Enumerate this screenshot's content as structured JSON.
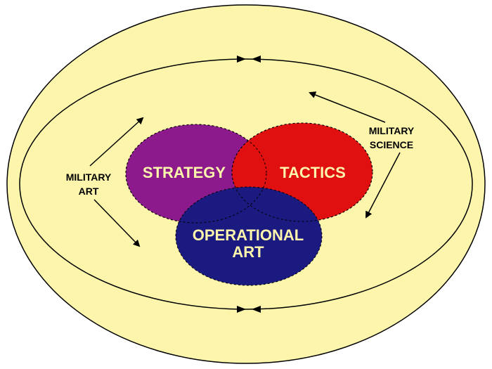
{
  "labels": {
    "strategy": "STRATEGY",
    "tactics": "TACTICS",
    "operational_art": [
      "OPERATIONAL",
      "ART"
    ],
    "military_art": [
      "MILITARY",
      "ART"
    ],
    "military_science": [
      "MILITARY",
      "SCIENCE"
    ]
  },
  "colors": {
    "background": "#ffffff",
    "outer_fill": "#fcf5ab",
    "strategy": "#8c1a8c",
    "tactics": "#e01010",
    "operational_art": "#1a1a80",
    "circle_text": "#fcf5ab",
    "line": "#000000"
  },
  "icons": [
    "arrow-icon"
  ]
}
